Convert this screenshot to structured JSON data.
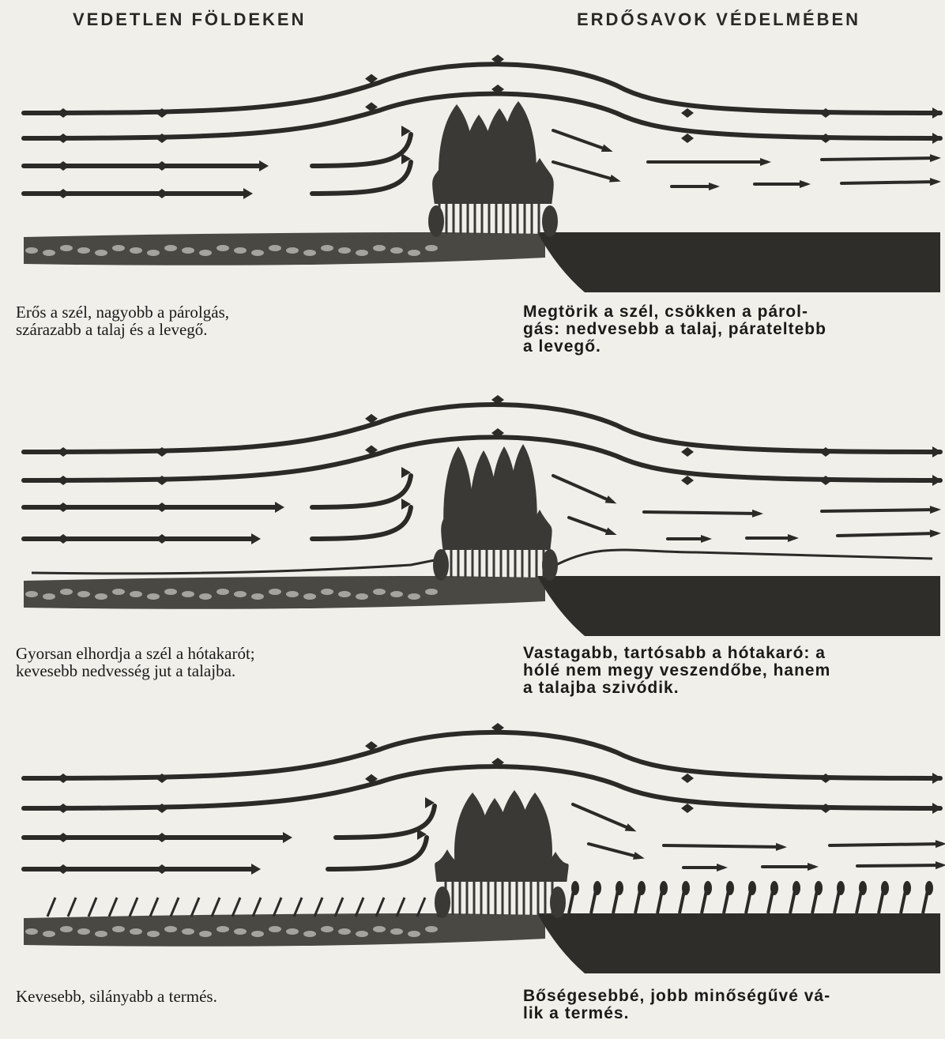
{
  "headers": {
    "left": "VEDETLEN FÖLDEKEN",
    "right": "ERDŐSAVOK VÉDELMÉBEN"
  },
  "panels": [
    {
      "caption_left": "Erős a szél, nagyobb a párolgás,\nszárazabb a talaj és a levegő.",
      "caption_right": "Megtörik a szél, csökken a párol-\ngás: nedvesebb a talaj, párateltebb\na levegő.",
      "snow": false,
      "crops": false
    },
    {
      "caption_left": "Gyorsan elhordja a szél a hótakarót;\nkevesebb nedvesség jut a talajba.",
      "caption_right": "Vastagabb, tartósabb a hótakaró: a\nhólé nem megy veszendőbe, hanem\na talajba szivódik.",
      "snow": true,
      "crops": false
    },
    {
      "caption_left": "Kevesebb, silányabb a termés.",
      "caption_right": "Bőségesebbé, jobb minőségűvé vá-\nlik a termés.",
      "snow": false,
      "crops": true
    }
  ],
  "colors": {
    "ink": "#2b2a27",
    "paper": "#f1efe9",
    "tree": "#3a3935"
  }
}
